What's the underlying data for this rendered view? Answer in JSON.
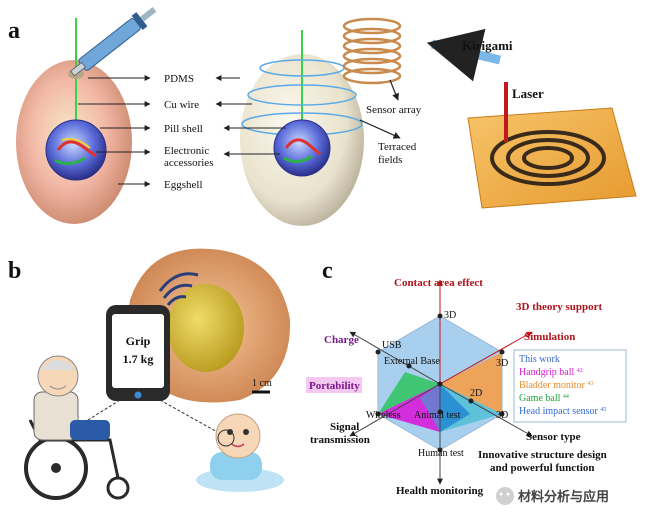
{
  "panel_a": {
    "label": "a",
    "left_labels": [
      "PDMS",
      "Cu wire",
      "Pill shell",
      "Electronic",
      "accessories",
      "Eggshell"
    ],
    "sensor_array": "Sensor array",
    "terraced_fields_1": "Terraced",
    "terraced_fields_2": "fields",
    "kirigami": "Kirigami",
    "laser": "Laser"
  },
  "panel_b": {
    "label": "b",
    "phone_line1": "Grip",
    "phone_line2": "1.7 kg",
    "scale_bar": "1 cm"
  },
  "panel_c": {
    "label": "c",
    "axes": {
      "contact_area": "Contact area effect",
      "theory": "3D theory support",
      "simulation": "Simulation",
      "charge": "Charge",
      "portability": "Portability",
      "signal_1": "Signal",
      "signal_2": "transmission",
      "sensor_type": "Sensor type",
      "health": "Health monitoring",
      "innovative_1": "Innovative structure design",
      "innovative_2": "and powerful function"
    },
    "ticks": {
      "top_3d": "3D",
      "right_3d_upper": "3D",
      "right_2d": "2D",
      "right_3d_lower": "3D",
      "usb": "USB",
      "external_base": "External Base",
      "wireless": "Wireless",
      "animal_test": "Animal test",
      "human_test": "Human test"
    },
    "legend": [
      {
        "name": "This work",
        "color": "#3a6ad4",
        "sup": ""
      },
      {
        "name": "Handgrip ball",
        "color": "#d81bd8",
        "sup": "42"
      },
      {
        "name": "Bladder monitor",
        "color": "#e88a2a",
        "sup": "43"
      },
      {
        "name": "Game ball",
        "color": "#1aa33a",
        "sup": "44"
      },
      {
        "name": "Head impact sensor",
        "color": "#2f6bd6",
        "sup": "45"
      }
    ]
  },
  "watermark": "材料分析与应用"
}
